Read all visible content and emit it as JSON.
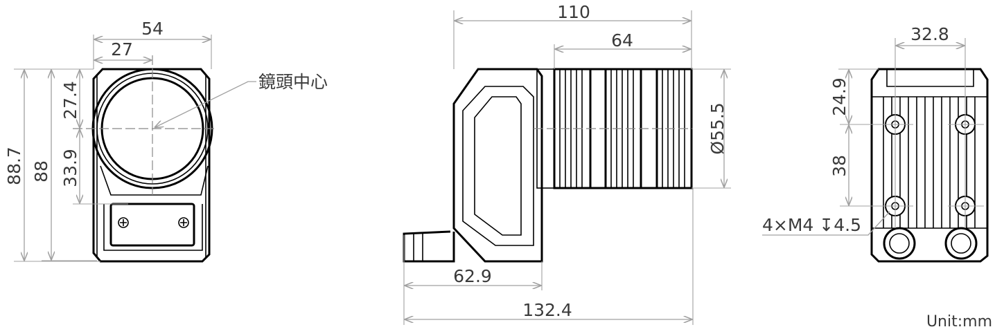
{
  "front_view": {
    "width_total": "54",
    "width_half": "27",
    "height_overall": "88.7",
    "height_body": "88",
    "lens_to_top": "27.4",
    "lens_to_plate": "33.9",
    "lens_center_label": "鏡頭中心"
  },
  "side_view": {
    "length_body_lens": "110",
    "lens_length": "64",
    "lens_diameter": "Ø55.5",
    "connector_to_body": "62.9",
    "length_total": "132.4"
  },
  "back_view": {
    "hole_spacing_h": "32.8",
    "top_to_hole": "24.9",
    "hole_spacing_v": "38",
    "hole_spec": "4×M4 ↧4.5"
  },
  "unit_label": "Unit:mm",
  "colors": {
    "outline": "#000000",
    "dimension": "#a0a0a0",
    "text": "#3a3a3a"
  }
}
